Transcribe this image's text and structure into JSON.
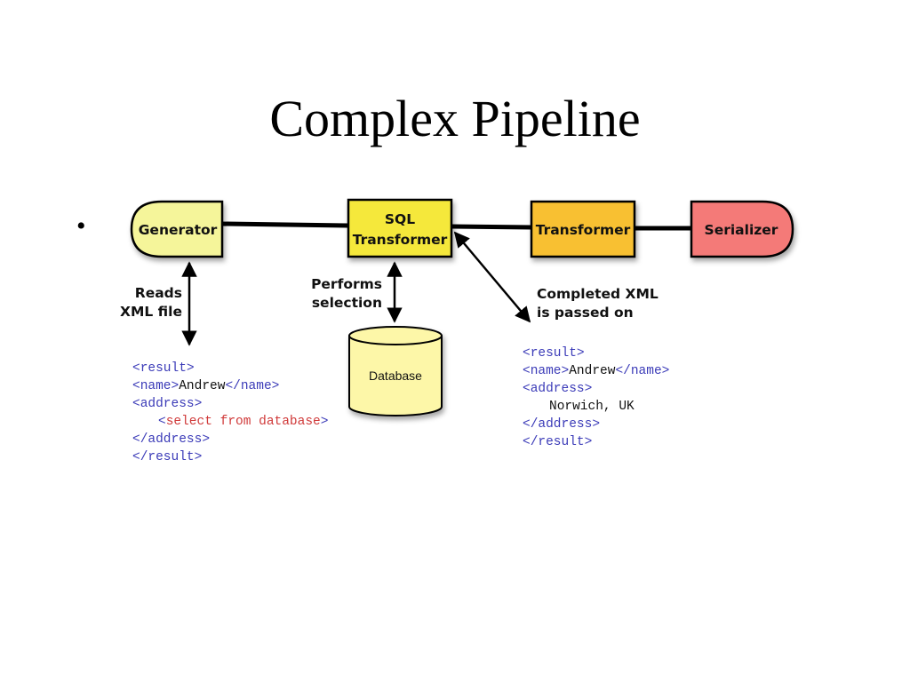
{
  "title": "Complex Pipeline",
  "bullet": "•",
  "nodes": {
    "generator": "Generator",
    "sql_line1": "SQL",
    "sql_line2": "Transformer",
    "transformer": "Transformer",
    "serializer": "Serializer",
    "database": "Database"
  },
  "labels": {
    "reads_line1": "Reads",
    "reads_line2": "XML file",
    "performs_line1": "Performs",
    "performs_line2": "selection",
    "completed_line1": "Completed XML",
    "completed_line2": "is passed on"
  },
  "code_left": {
    "result_open": "<result>",
    "name_open": "<name>",
    "name_value": "Andrew",
    "name_close": "</name>",
    "address_open": "<address>",
    "select_open": "<",
    "select_text": "select from database",
    "select_close": ">",
    "address_close": "</address>",
    "result_close": "</result>"
  },
  "code_right": {
    "result_open": "<result>",
    "name_open": "<name>",
    "name_value": "Andrew",
    "name_close": "</name>",
    "address_open": "<address>",
    "address_value": "Norwich, UK",
    "address_close": "</address>",
    "result_close": "</result>"
  },
  "colors": {
    "generator": "#f5f59a",
    "sql_transformer": "#f5e83a",
    "transformer": "#f8c030",
    "serializer": "#f47a78",
    "database": "#fdf7a8",
    "tag": "#3b3bb8",
    "red_text": "#d03a3a"
  }
}
